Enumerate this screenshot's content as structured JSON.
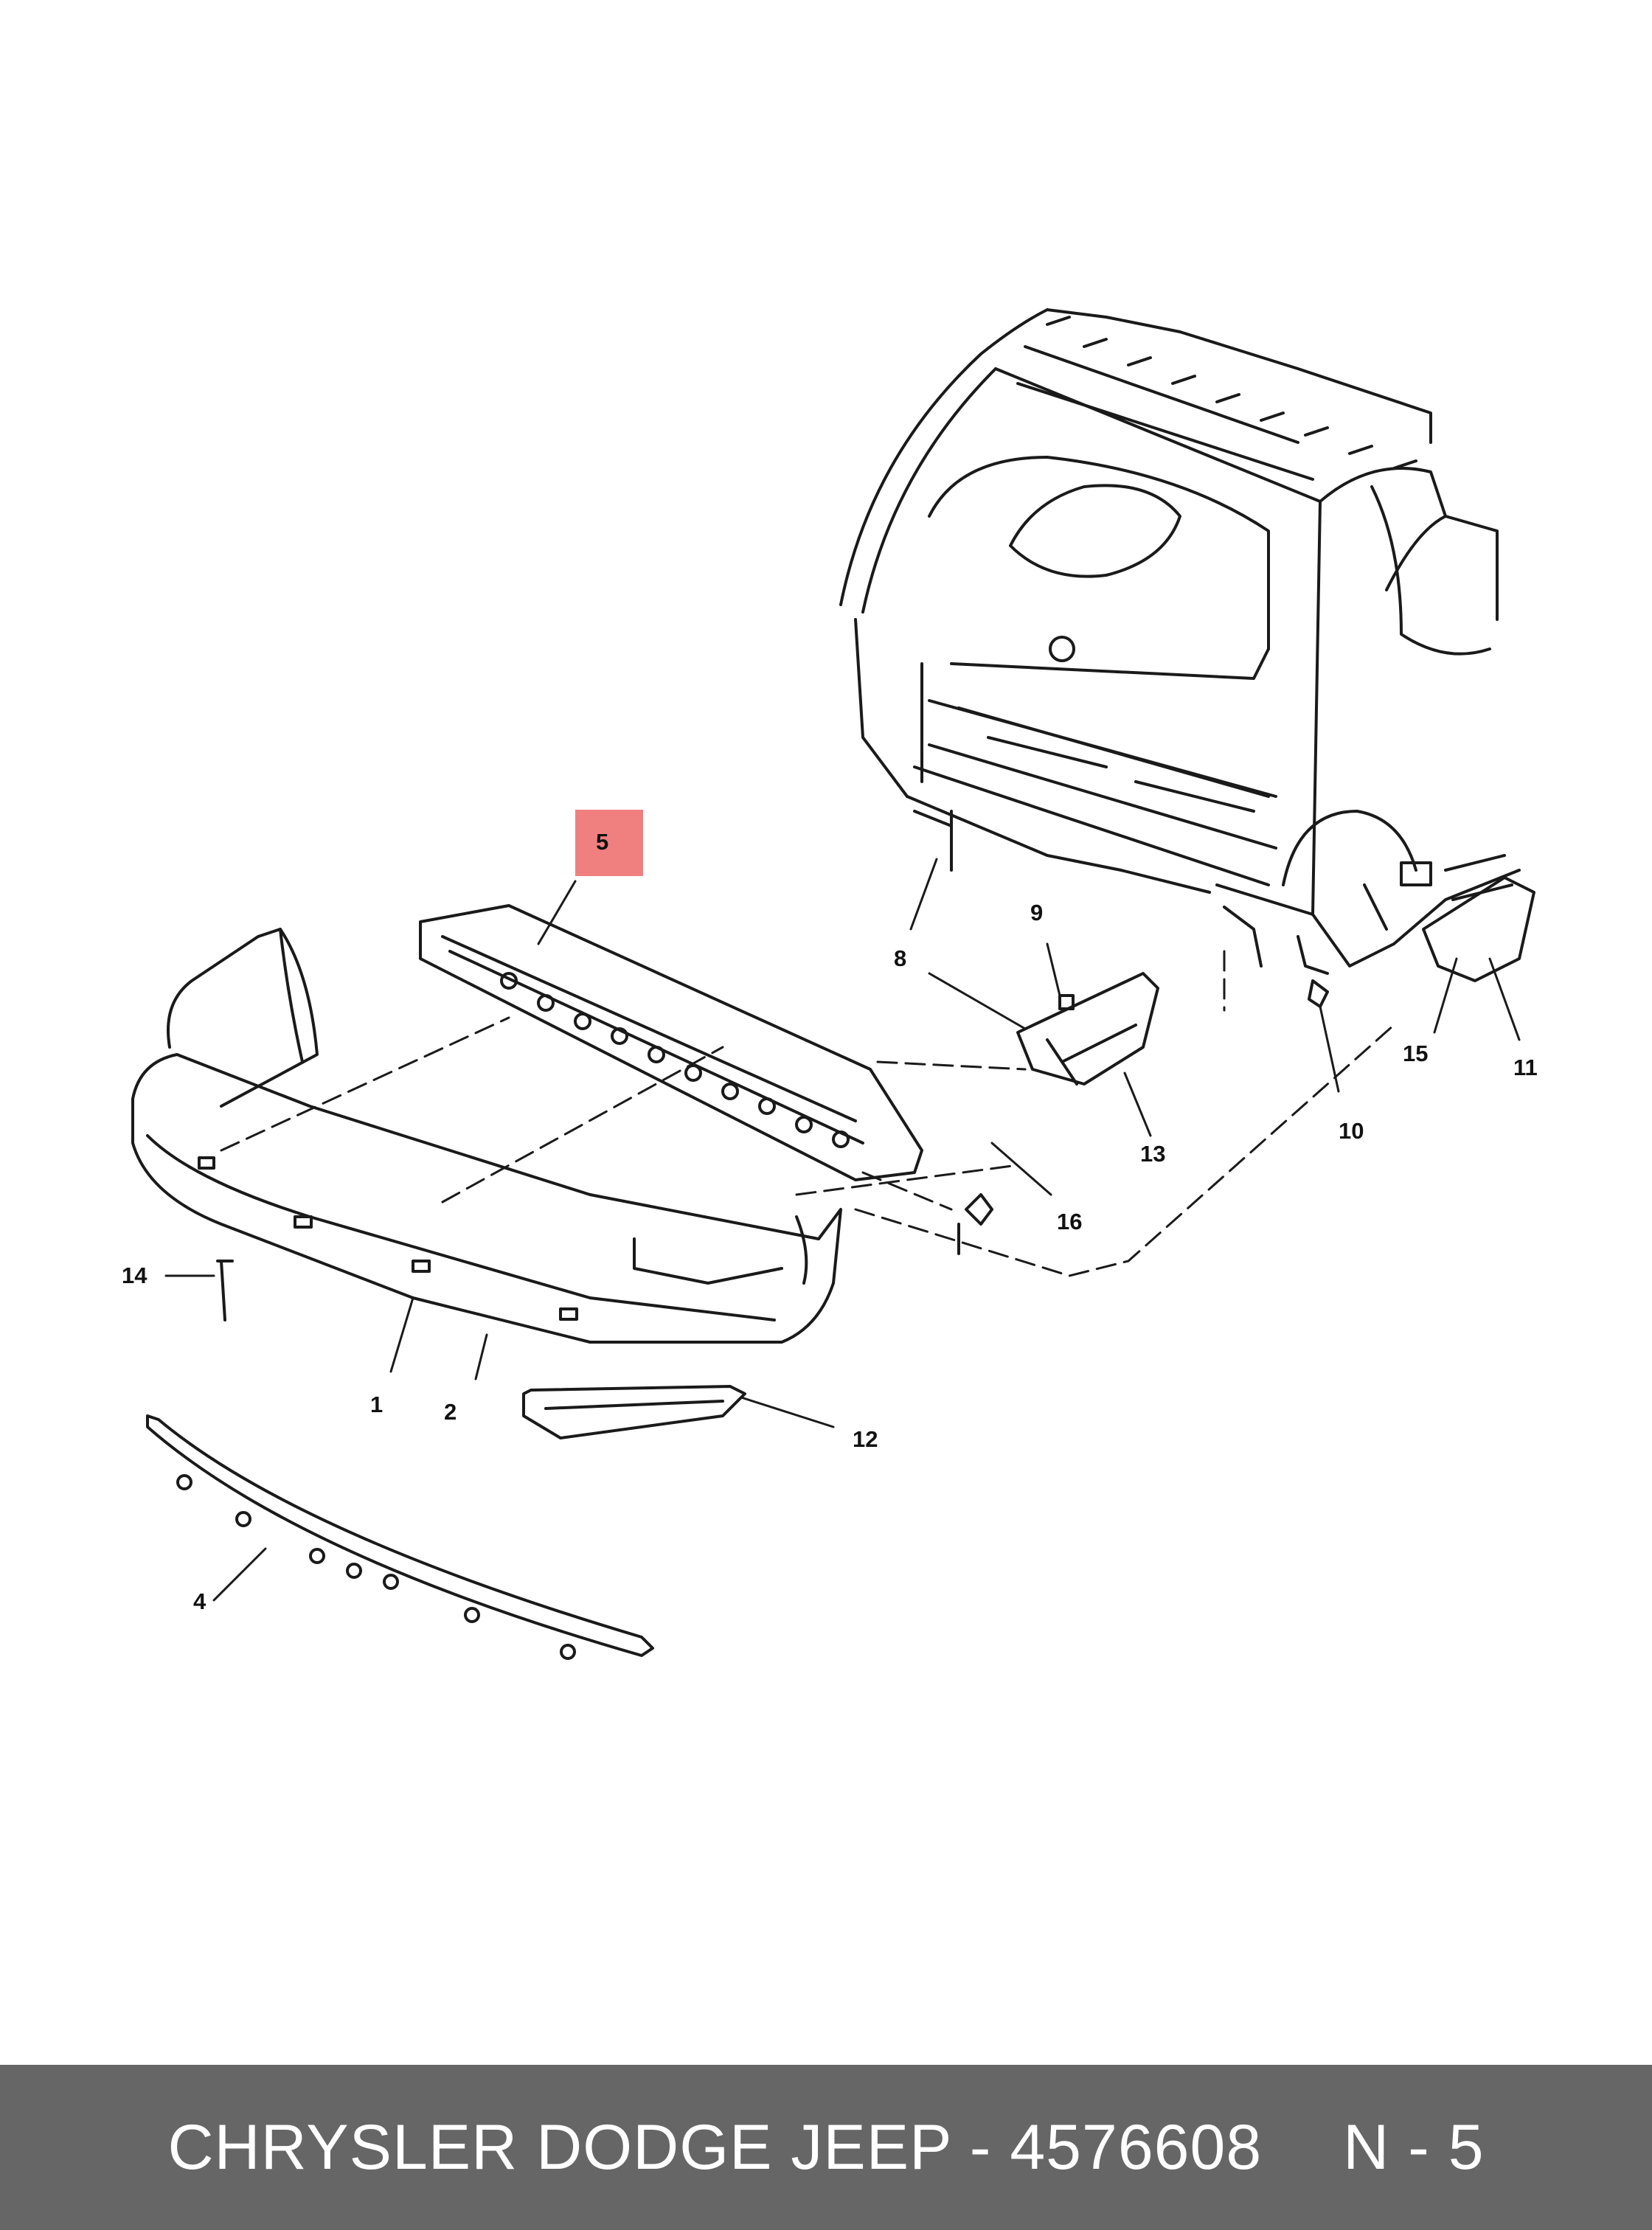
{
  "diagram": {
    "highlight_color": "#f08080",
    "callouts": [
      {
        "id": "1",
        "label": "1",
        "highlighted": false
      },
      {
        "id": "2",
        "label": "2",
        "highlighted": false
      },
      {
        "id": "4",
        "label": "4",
        "highlighted": false
      },
      {
        "id": "5",
        "label": "5",
        "highlighted": true
      },
      {
        "id": "8",
        "label": "8",
        "highlighted": false
      },
      {
        "id": "9",
        "label": "9",
        "highlighted": false
      },
      {
        "id": "10",
        "label": "10",
        "highlighted": false
      },
      {
        "id": "11",
        "label": "11",
        "highlighted": false
      },
      {
        "id": "12",
        "label": "12",
        "highlighted": false
      },
      {
        "id": "13",
        "label": "13",
        "highlighted": false
      },
      {
        "id": "14",
        "label": "14",
        "highlighted": false
      },
      {
        "id": "15",
        "label": "15",
        "highlighted": false
      },
      {
        "id": "16",
        "label": "16",
        "highlighted": false
      }
    ]
  },
  "footer": {
    "brand_text": "CHRYSLER DODGE JEEP - 4576608",
    "page_code": "N - 5",
    "background": "#666666",
    "text_color": "#ffffff"
  }
}
